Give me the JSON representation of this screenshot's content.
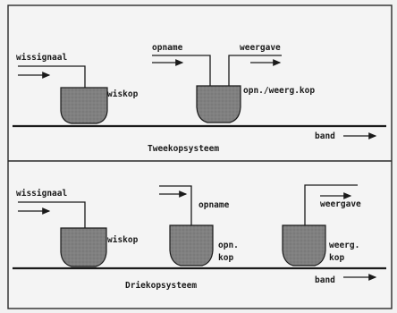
{
  "top": {
    "erase_signal": "wissignaal",
    "erase_head": "wiskop",
    "record": "opname",
    "playback": "weergave",
    "combo_head": "opn./weerg.kop",
    "tape": "band",
    "caption": "Tweekopsysteem"
  },
  "bottom": {
    "erase_signal": "wissignaal",
    "erase_head": "wiskop",
    "record": "opname",
    "record_head_line1": "opn.",
    "record_head_line2": "kop",
    "playback": "weergave",
    "playback_head_line1": "weerg.",
    "playback_head_line2": "kop",
    "tape": "band",
    "caption": "Driekopsysteem"
  },
  "colors": {
    "background": "#f2f2f2",
    "frame": "#2a2a2a",
    "head_fill": "#7f7f7f",
    "ink": "#1a1a1a"
  }
}
